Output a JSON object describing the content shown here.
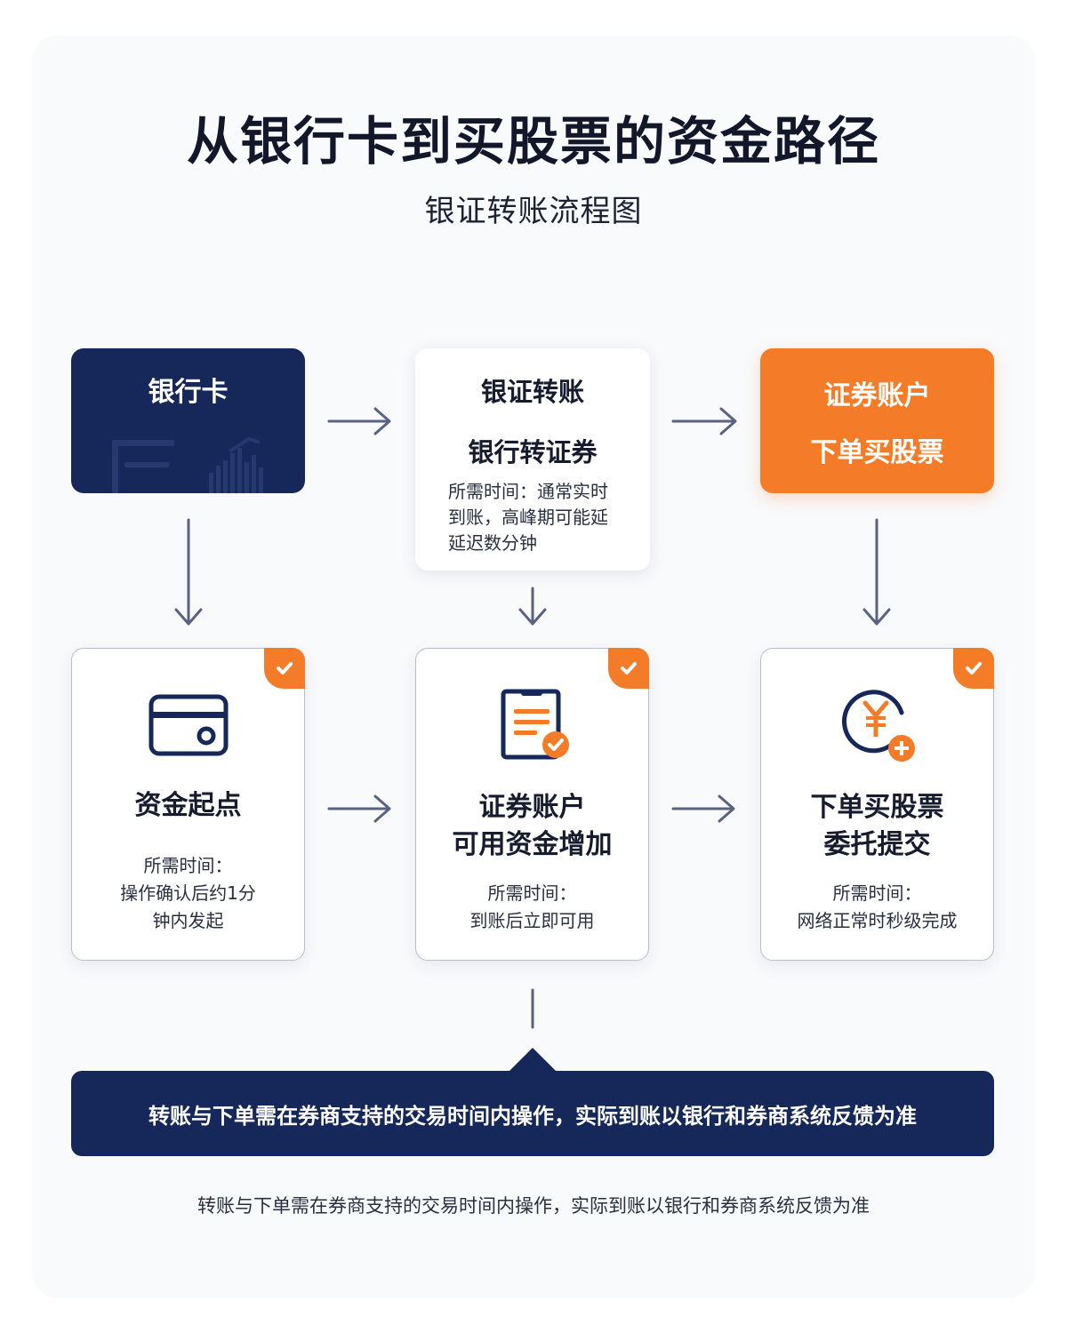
{
  "header": {
    "title": "从银行卡到买股票的资金路径",
    "subtitle": "银证转账流程图"
  },
  "top_row": {
    "bank": {
      "label": "银行卡"
    },
    "transfer": {
      "label": "银证转账",
      "sublabel": "银行转证券",
      "time_lines": [
        "所需时间：通常实时",
        "到账，高峰期可能延",
        "延迟数分钟"
      ]
    },
    "securities": {
      "label": "证券账户",
      "sublabel": "下单买股票"
    }
  },
  "cards": [
    {
      "icon": "credit-card-icon",
      "title_lines": [
        "资金起点"
      ],
      "time_lines": [
        "所需时间：",
        "操作确认后约1分",
        "钟内发起"
      ]
    },
    {
      "icon": "document-check-icon",
      "title_lines": [
        "证券账户",
        "可用资金增加"
      ],
      "time_lines": [
        "所需时间：",
        "到账后立即可用"
      ]
    },
    {
      "icon": "yuan-coin-plus-icon",
      "title_lines": [
        "下单买股票",
        "委托提交"
      ],
      "time_lines": [
        "所需时间：",
        "网络正常时秒级完成"
      ]
    }
  ],
  "banner": {
    "text": "转账与下单需在券商支持的交易时间内操作，实际到账以银行和券商系统反馈为准"
  },
  "footnote": {
    "text": "转账与下单需在券商支持的交易时间内操作，实际到账以银行和券商系统反馈为准"
  },
  "colors": {
    "navy": "#16275a",
    "orange": "#f47c28",
    "arrow": "#5a6282",
    "text": "#161b2e"
  }
}
